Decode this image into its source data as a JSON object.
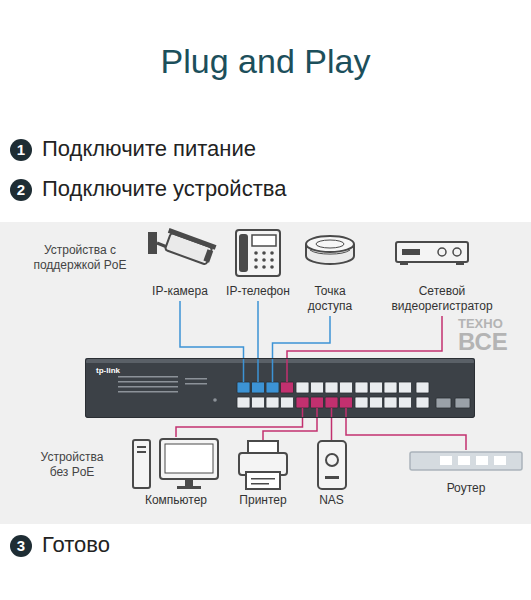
{
  "diagram": {
    "title": "Plug and Play",
    "nodes": [
      {
        "text": [
          "IP-камера"
        ]
      },
      {
        "text": [
          "IP-телефон"
        ]
      },
      {
        "text": [
          "Точка доступа"
        ]
      },
      {
        "text": [
          "Сетевой видеорегистратор"
        ]
      },
      {
        "text": [
          "tp-link"
        ]
      },
      {
        "text": [
          "Компьютер"
        ]
      },
      {
        "text": [
          "Принтер"
        ]
      },
      {
        "text": [
          "NAS"
        ]
      },
      {
        "text": [
          "Роутер"
        ]
      }
    ],
    "edges": [
      {
        "from": 0,
        "to": 4,
        "arrow": "none"
      },
      {
        "from": 1,
        "to": 4,
        "arrow": "none"
      },
      {
        "from": 2,
        "to": 4,
        "arrow": "none"
      },
      {
        "from": 3,
        "to": 4,
        "arrow": "none"
      },
      {
        "from": 4,
        "to": 5,
        "arrow": "none"
      },
      {
        "from": 4,
        "to": 6,
        "arrow": "none"
      },
      {
        "from": 4,
        "to": 7,
        "arrow": "none"
      },
      {
        "from": 4,
        "to": 8,
        "arrow": "none"
      }
    ],
    "labels": [
      "1",
      "Подключите питание",
      "2",
      "Подключите устройства",
      "Устройства с поддержкой PoE",
      "Устройства без PoE",
      "3",
      "Готово",
      "ТЕХНО",
      "ВСЕ"
    ]
  }
}
